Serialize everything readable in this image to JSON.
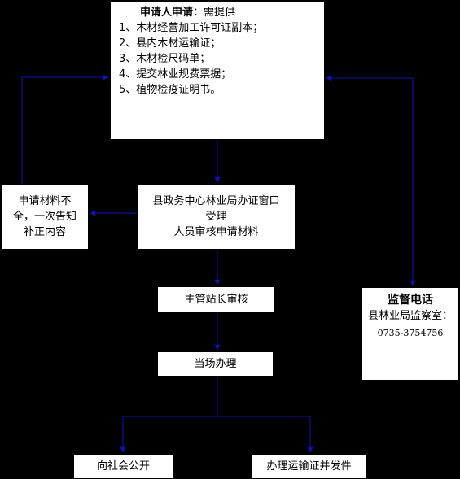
{
  "colors": {
    "background": "#000000",
    "box": "#ffffff",
    "arrow": "#1010c0"
  },
  "requirements": {
    "title": "申请人申请",
    "title_suffix": "：需提供",
    "items": [
      "1、木材经营加工许可证副本；",
      "2、县内木材运输证；",
      "3、木材检尺码单；",
      "4、提交林业规费票据；",
      "5、植物检疫证明书。"
    ]
  },
  "window_acceptance": {
    "line1": "县政务中心林业局办证窗口",
    "line2": "受理",
    "line3": "人员审核申请材料"
  },
  "incomplete": {
    "line1": "申请材料不",
    "line2": "全，一次告知",
    "line3": "补正内容"
  },
  "station_review": {
    "label": "主管站长审核"
  },
  "onsite": {
    "label": "当场办理"
  },
  "publicize": {
    "label": "向社会公开"
  },
  "issue_permit": {
    "label": "办理运输证并发件"
  },
  "supervision": {
    "title": "监督电话",
    "office": "县林业局监察室：",
    "phone": "0735-3754756"
  }
}
